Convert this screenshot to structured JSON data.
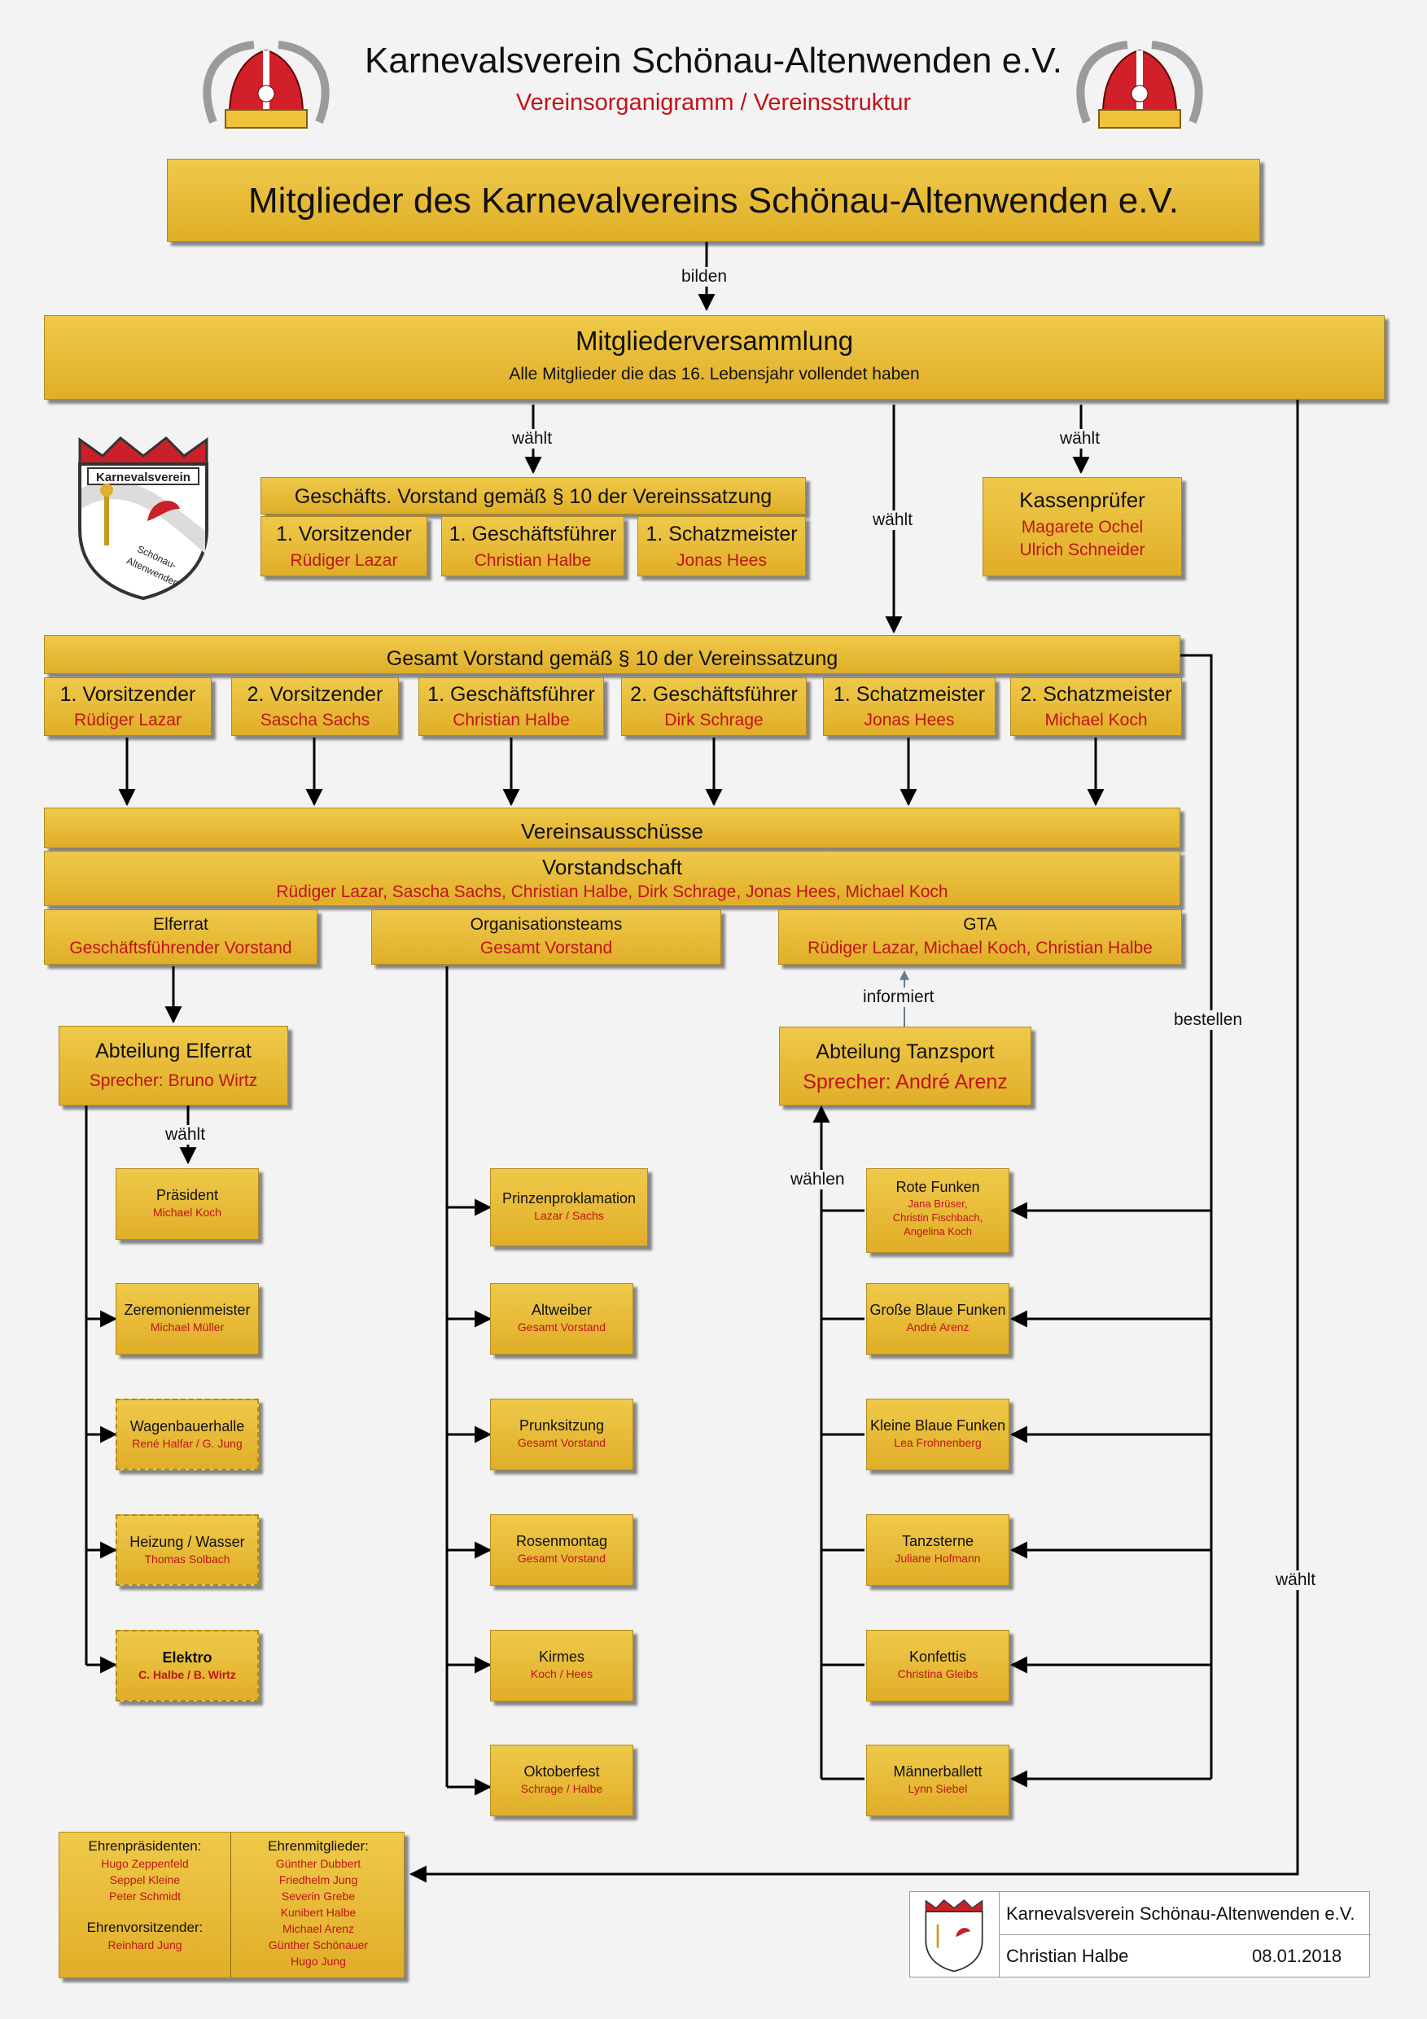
{
  "header": {
    "title": "Karnevalsverein Schönau-Altenwenden e.V.",
    "subtitle": "Vereinsorganigramm / Vereinsstruktur"
  },
  "logo": {
    "text_top": "Karnevalsverein",
    "text_bottom": "Schönau-Altenwenden"
  },
  "members_box": "Mitglieder des Karnevalvereins Schönau-Altenwenden e.V.",
  "assembly": {
    "title": "Mitgliederversammlung",
    "subtitle": "Alle Mitglieder die das 16. Lebensjahr vollendet haben"
  },
  "labels": {
    "bilden": "bilden",
    "waehlt": "wählt",
    "waehlen": "wählen",
    "informiert": "informiert",
    "bestellen": "bestellen"
  },
  "executive_board": {
    "title": "Geschäfts. Vorstand gemäß § 10 der Vereinssatzung",
    "members": [
      {
        "role": "1. Vorsitzender",
        "name": "Rüdiger Lazar"
      },
      {
        "role": "1. Geschäftsführer",
        "name": "Christian Halbe"
      },
      {
        "role": "1. Schatzmeister",
        "name": "Jonas Hees"
      }
    ]
  },
  "auditors": {
    "title": "Kassenprüfer",
    "names": [
      "Magarete Ochel",
      "Ulrich Schneider"
    ]
  },
  "full_board": {
    "title": "Gesamt Vorstand gemäß § 10 der Vereinssatzung",
    "members": [
      {
        "role": "1. Vorsitzender",
        "name": "Rüdiger Lazar"
      },
      {
        "role": "2. Vorsitzender",
        "name": "Sascha Sachs"
      },
      {
        "role": "1. Geschäftsführer",
        "name": "Christian Halbe"
      },
      {
        "role": "2. Geschäftsführer",
        "name": "Dirk Schrage"
      },
      {
        "role": "1. Schatzmeister",
        "name": "Jonas Hees"
      },
      {
        "role": "2. Schatzmeister",
        "name": "Michael Koch"
      }
    ]
  },
  "committees": {
    "title": "Vereinsausschüsse",
    "board": {
      "title": "Vorstandschaft",
      "names": "Rüdiger Lazar, Sascha Sachs, Christian Halbe, Dirk Schrage, Jonas Hees, Michael Koch"
    },
    "groups": [
      {
        "title": "Elferrat",
        "sub": "Geschäftsführender Vorstand"
      },
      {
        "title": "Organisationsteams",
        "sub": "Gesamt Vorstand"
      },
      {
        "title": "GTA",
        "sub": "Rüdiger Lazar, Michael Koch, Christian Halbe"
      }
    ]
  },
  "elferrat_dept": {
    "title": "Abteilung Elferrat",
    "speaker": "Sprecher: Bruno Wirtz"
  },
  "dance_dept": {
    "title": "Abteilung Tanzsport",
    "speaker": "Sprecher: André Arenz"
  },
  "elferrat_items": [
    {
      "title": "Präsident",
      "sub": "Michael Koch"
    },
    {
      "title": "Zeremonienmeister",
      "sub": "Michael Müller"
    },
    {
      "title": "Wagenbauerhalle",
      "sub": "René Halfar / G. Jung"
    },
    {
      "title": "Heizung / Wasser",
      "sub": "Thomas Solbach"
    },
    {
      "title": "Elektro",
      "sub": "C. Halbe / B. Wirtz"
    }
  ],
  "org_items": [
    {
      "title": "Prinzenproklamation",
      "sub": "Lazar / Sachs"
    },
    {
      "title": "Altweiber",
      "sub": "Gesamt Vorstand"
    },
    {
      "title": "Prunksitzung",
      "sub": "Gesamt Vorstand"
    },
    {
      "title": "Rosenmontag",
      "sub": "Gesamt Vorstand"
    },
    {
      "title": "Kirmes",
      "sub": "Koch / Hees"
    },
    {
      "title": "Oktoberfest",
      "sub": "Schrage / Halbe"
    }
  ],
  "dance_items": [
    {
      "title": "Rote Funken",
      "sub": [
        "Jana Brüser,",
        "Christin Fischbach,",
        "Angelina Koch"
      ]
    },
    {
      "title": "Große Blaue Funken",
      "sub": [
        "André Arenz"
      ]
    },
    {
      "title": "Kleine Blaue Funken",
      "sub": [
        "Lea Frohnenberg"
      ]
    },
    {
      "title": "Tanzsterne",
      "sub": [
        "Juliane Hofmann"
      ]
    },
    {
      "title": "Konfettis",
      "sub": [
        "Christina Gleibs"
      ]
    },
    {
      "title": "Männerballett",
      "sub": [
        "Lynn Siebel"
      ]
    }
  ],
  "honorary": {
    "presidents_title": "Ehrenpräsidenten:",
    "presidents": [
      "Hugo Zeppenfeld",
      "Seppel Kleine",
      "Peter Schmidt"
    ],
    "chair_title": "Ehrenvorsitzender:",
    "chair": [
      "Reinhard Jung"
    ],
    "members_title": "Ehrenmitglieder:",
    "members": [
      "Günther Dubbert",
      "Friedhelm Jung",
      "Severin Grebe",
      "Kunibert Halbe",
      "Michael Arenz",
      "Günther Schönauer",
      "Hugo Jung"
    ]
  },
  "footer": {
    "org": "Karnevalsverein Schönau-Altenwenden e.V.",
    "author": "Christian Halbe",
    "date": "08.01.2018"
  }
}
